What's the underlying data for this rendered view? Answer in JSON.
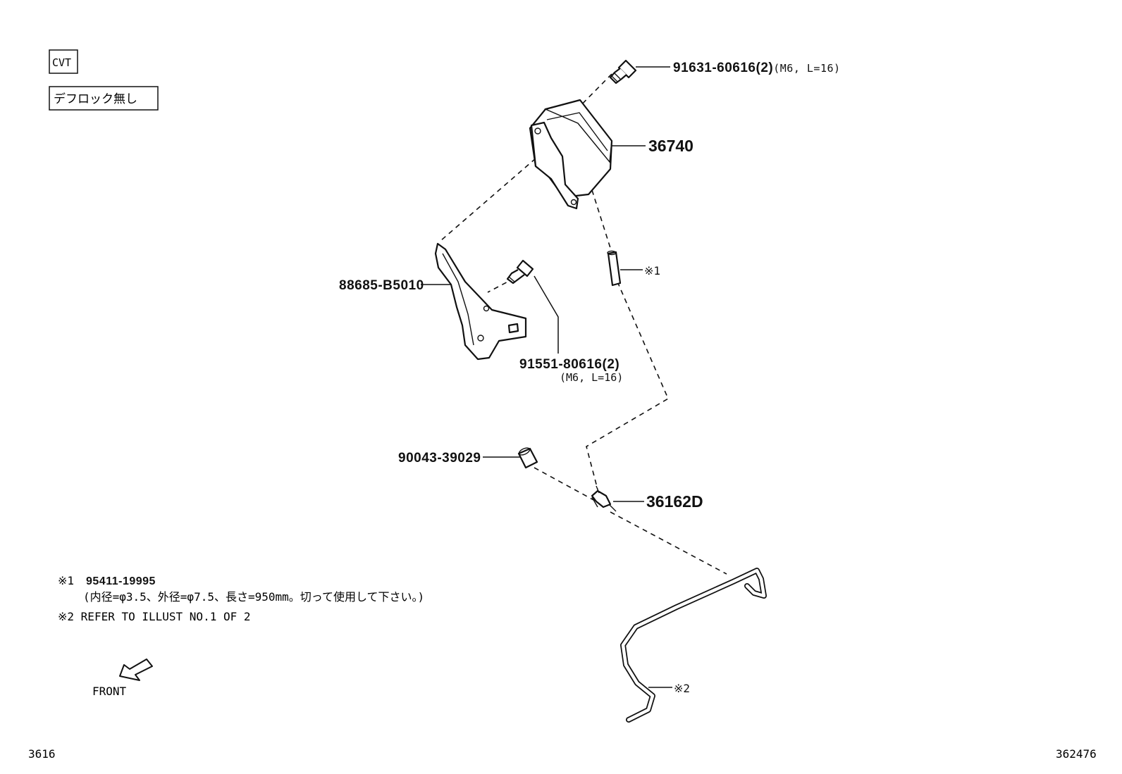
{
  "tags": {
    "cvt": "CVT",
    "no_diff_lock": "デフロック無し"
  },
  "parts": {
    "bolt_top": {
      "number": "91631-60616",
      "qty": "(2)",
      "spec": "(M6, L=16)"
    },
    "sensor": {
      "number": "36740"
    },
    "hose_piece": {
      "ref": "※1"
    },
    "bracket": {
      "number": "88685-B5010"
    },
    "bolt_mid": {
      "number": "91551-80616(2)",
      "spec": "(M6, L=16)"
    },
    "cap": {
      "number": "90043-39029"
    },
    "joint": {
      "number": "36162D"
    },
    "tube": {
      "ref": "※2"
    }
  },
  "notes": {
    "note1_mark": "※1",
    "note1_part": "95411-19995",
    "note1_detail": "(内径=φ3.5、外径=φ7.5、長さ=950mm。切って使用して下さい。)",
    "note2": "※2 REFER TO ILLUST NO.1 OF 2"
  },
  "front_label": "FRONT",
  "footer": {
    "left": "3616",
    "right": "362476"
  }
}
